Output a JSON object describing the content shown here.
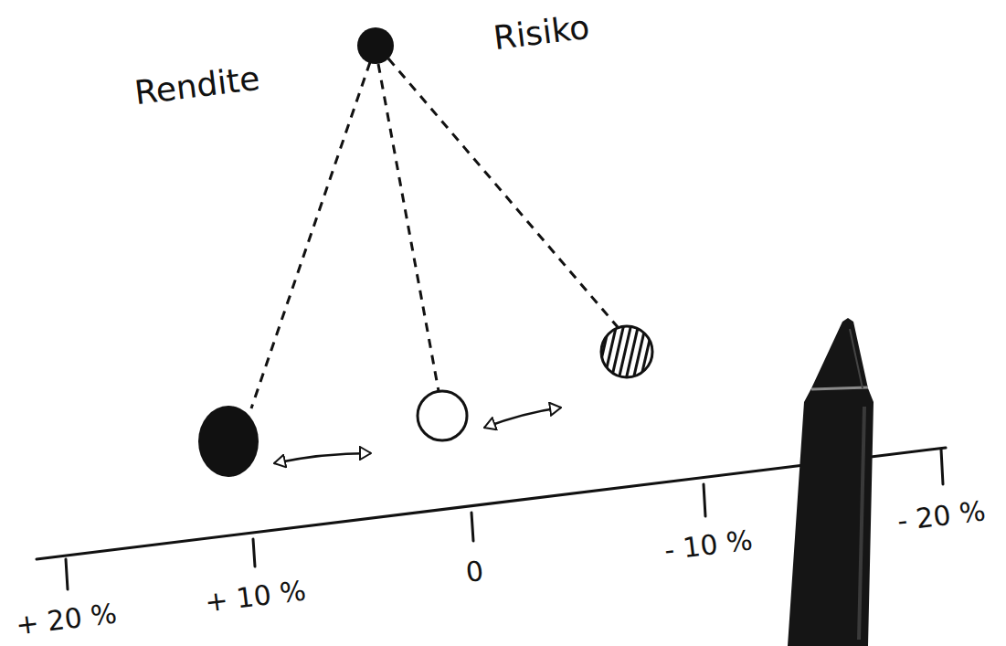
{
  "diagram": {
    "labels": [
      "Rendite",
      "Risiko",
      "+ 20 %",
      "+ 10 %",
      "0",
      "- 10 %",
      "- 20 %"
    ]
  }
}
